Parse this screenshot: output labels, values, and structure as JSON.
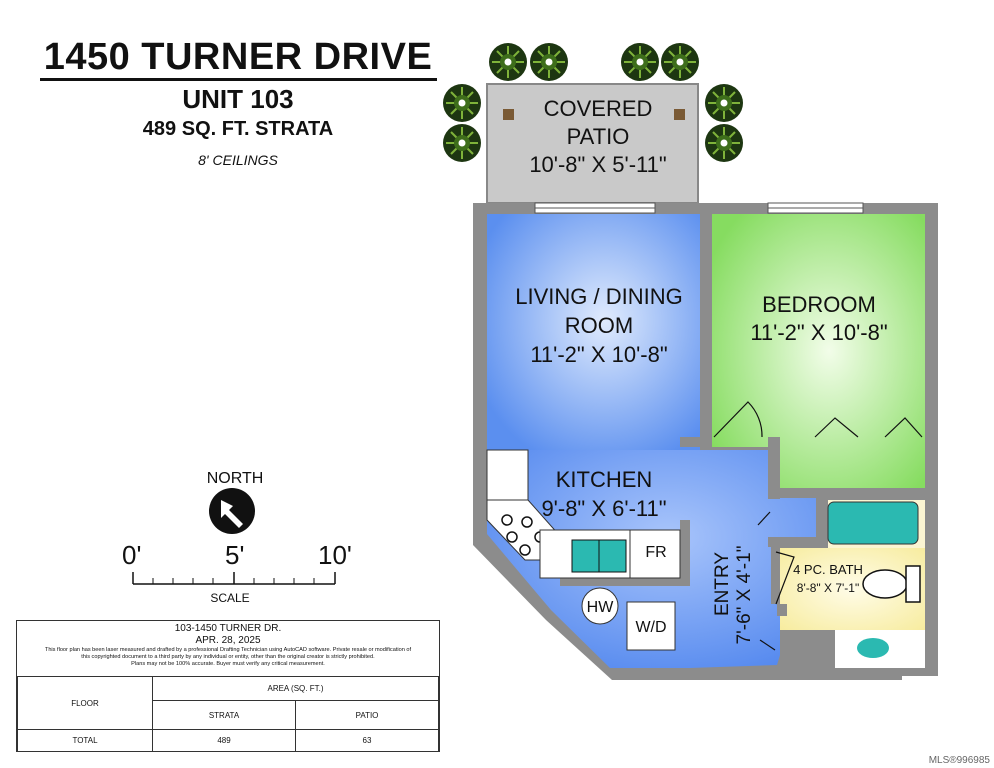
{
  "header": {
    "address": "1450 TURNER DRIVE",
    "unit": "UNIT 103",
    "size": "489 SQ. FT. STRATA",
    "ceilings": "8' CEILINGS"
  },
  "compass": {
    "label": "NORTH",
    "icon": "north-arrow-icon"
  },
  "scale": {
    "ticks": [
      "0'",
      "5'",
      "10'"
    ],
    "label": "SCALE"
  },
  "rooms": {
    "patio": {
      "name_line1": "COVERED",
      "name_line2": "PATIO",
      "dims": "10'-8\" X 5'-11\""
    },
    "living": {
      "name_line1": "LIVING / DINING",
      "name_line2": "ROOM",
      "dims": "11'-2\" X 10'-8\""
    },
    "bedroom": {
      "name": "BEDROOM",
      "dims": "11'-2\" X 10'-8\""
    },
    "kitchen": {
      "name": "KITCHEN",
      "dims": "9'-8\" X 6'-11\""
    },
    "entry": {
      "name": "ENTRY",
      "dims": "7'-6\" X 4'-1\""
    },
    "bath": {
      "name": "4 PC. BATH",
      "dims": "8'-8\" X 7'-1\""
    }
  },
  "fixtures": {
    "fridge": "FR",
    "water_heater": "HW",
    "washer_dryer": "W/D"
  },
  "info_box": {
    "address": "103-1450 TURNER DR.",
    "date": "APR. 28, 2025",
    "disclaimer_1": "This floor plan has been laser measured and drafted by a professional Drafting Technician using AutoCAD software. Private resale or modification of",
    "disclaimer_2": "this copyrighted document to a third party by any individual or entity, other than the original creator is strictly prohibited.",
    "disclaimer_3": "Plans may not be 100% accurate.  Buyer must verify any critical measurement.",
    "table": {
      "floor_header": "FLOOR",
      "area_header": "AREA (SQ. FT.)",
      "strata_header": "STRATA",
      "patio_header": "PATIO",
      "row_label": "TOTAL",
      "strata_value": "489",
      "patio_value": "63"
    }
  },
  "watermark": "MLS®996985",
  "colors": {
    "wall": "#8c8c8c",
    "living": "#5b8fef",
    "bedroom": "#8ee06a",
    "bath": "#fbf2b8",
    "patio": "#c9c9c9",
    "tub": "#2bb9b1",
    "tree": "#1f3d12"
  }
}
